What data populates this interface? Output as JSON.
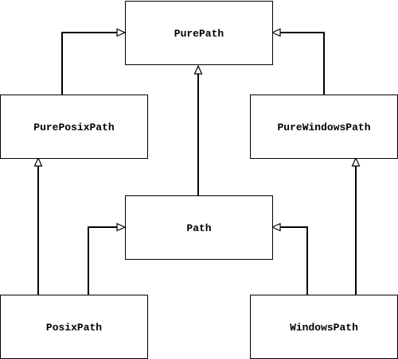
{
  "diagram": {
    "type": "class-inheritance",
    "stroke_color": "#000000",
    "fill_color": "#ffffff",
    "nodes": {
      "pure_path": {
        "label": "PurePath"
      },
      "pure_posix_path": {
        "label": "PurePosixPath"
      },
      "pure_windows_path": {
        "label": "PureWindowsPath"
      },
      "path": {
        "label": "Path"
      },
      "posix_path": {
        "label": "PosixPath"
      },
      "windows_path": {
        "label": "WindowsPath"
      }
    },
    "edges": [
      {
        "from": "PurePosixPath",
        "to": "PurePath"
      },
      {
        "from": "PureWindowsPath",
        "to": "PurePath"
      },
      {
        "from": "Path",
        "to": "PurePath"
      },
      {
        "from": "PosixPath",
        "to": "PurePosixPath"
      },
      {
        "from": "PosixPath",
        "to": "Path"
      },
      {
        "from": "WindowsPath",
        "to": "Path"
      },
      {
        "from": "WindowsPath",
        "to": "PureWindowsPath"
      }
    ]
  }
}
